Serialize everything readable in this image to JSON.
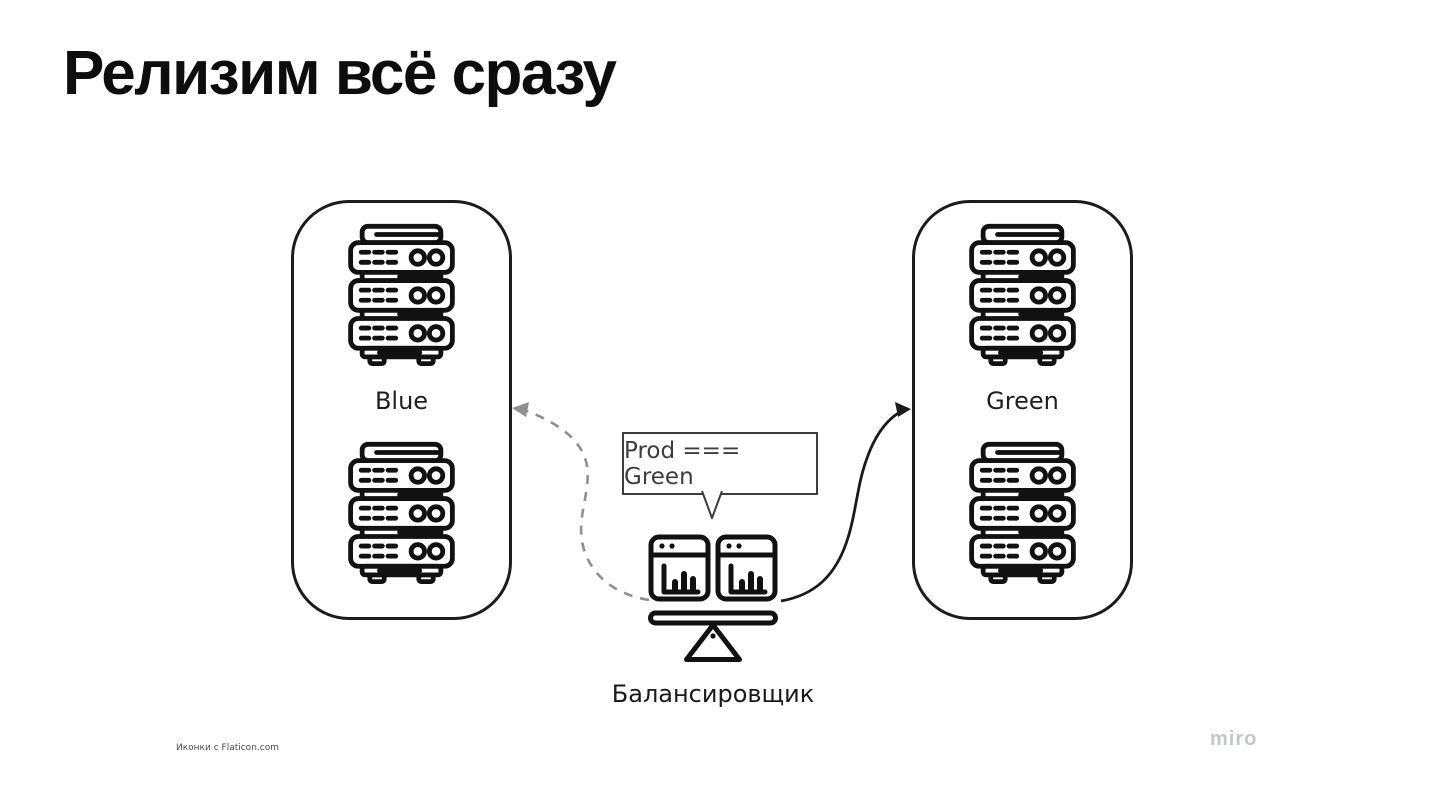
{
  "slide": {
    "title": "Релизим всё сразу",
    "attribution": "Иконки с Flaticon.com",
    "watermark": "miro"
  },
  "diagram": {
    "blue_group": {
      "label": "Blue",
      "server_stacks": 2
    },
    "green_group": {
      "label": "Green",
      "server_stacks": 2
    },
    "callout": {
      "text": "Prod === Green"
    },
    "balancer": {
      "label": "Балансировщик"
    },
    "arrows": {
      "to_blue": {
        "style": "dashed",
        "color": "#8f8f8f"
      },
      "to_green": {
        "style": "solid",
        "color": "#1a1a1a"
      }
    },
    "icons": {
      "server": "server-stack-icon",
      "balancer": "scale-balancer-icon",
      "browser": "browser-chart-window-icon"
    },
    "colors": {
      "icon_stroke": "#111111",
      "box_border": "#1c1c1c",
      "callout_border": "#3d3d3d",
      "watermark": "#c3c7cd",
      "background": "#ffffff"
    }
  }
}
